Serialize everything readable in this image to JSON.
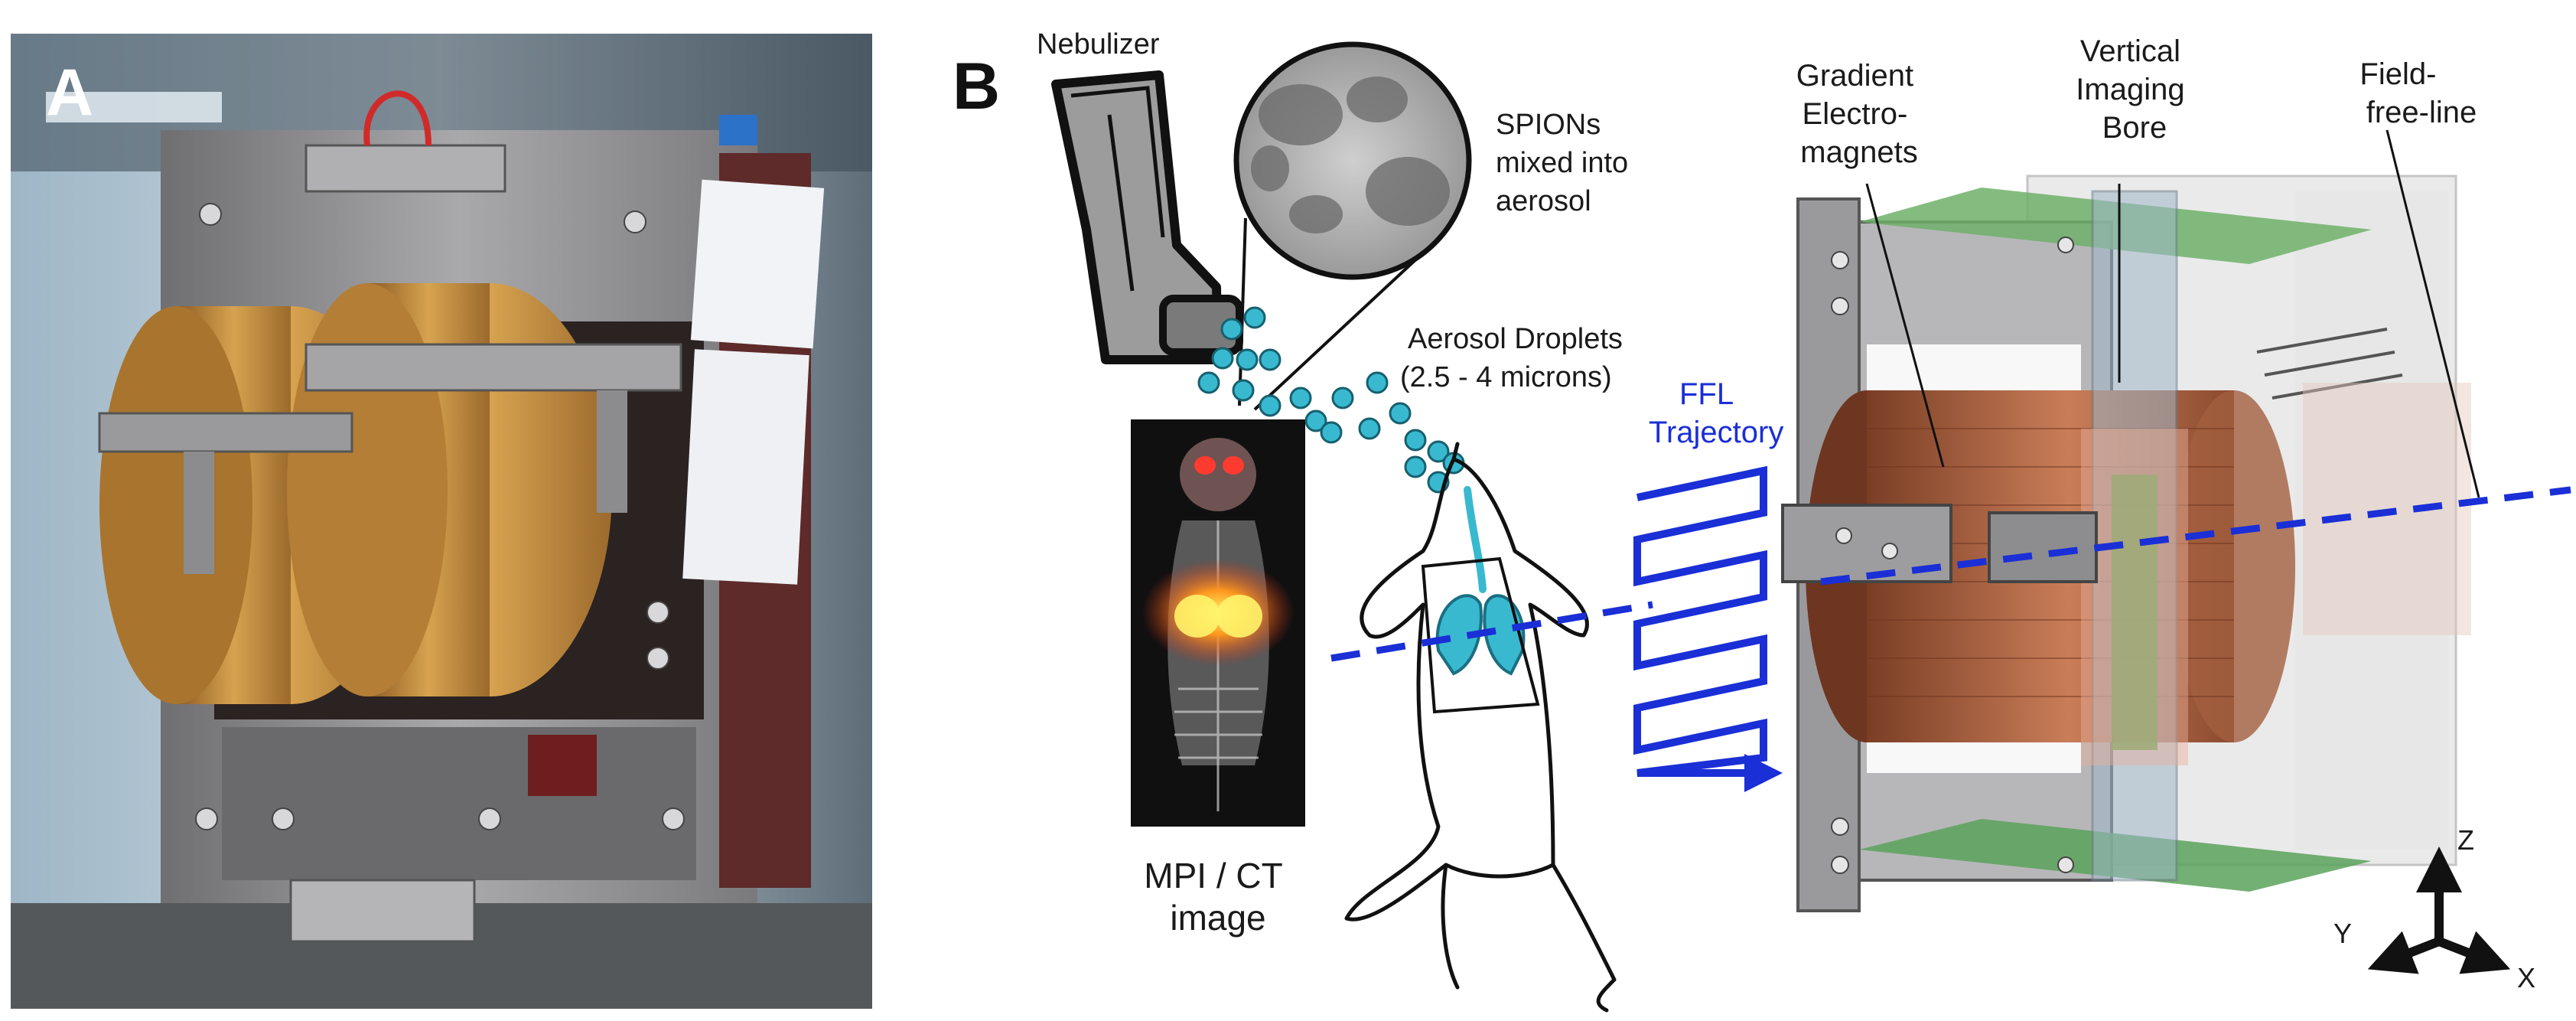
{
  "panel_a": {
    "label": "A"
  },
  "panel_b": {
    "label": "B",
    "nebulizer": {
      "lines": [
        "Nebulizer"
      ]
    },
    "spions": {
      "lines": [
        "SPIONs",
        "mixed into",
        "aerosol"
      ]
    },
    "droplets": {
      "lines": [
        "Aerosol Droplets",
        "(2.5 - 4 microns)"
      ]
    },
    "mpi_ct": {
      "lines": [
        "MPI / CT",
        "image"
      ]
    },
    "ffl_trajectory": {
      "lines": [
        "FFL",
        "Trajectory"
      ]
    },
    "gradient": {
      "lines": [
        "Gradient",
        "Electro-",
        "magnets"
      ]
    },
    "bore": {
      "lines": [
        "Vertical",
        "Imaging",
        "Bore"
      ]
    },
    "ffl": {
      "lines": [
        "Field-",
        "free-line"
      ]
    },
    "axes": {
      "z": "Z",
      "y": "Y",
      "x": "X"
    }
  },
  "colors": {
    "trajectory_blue": "#1a2fd6",
    "droplet_cyan": "#39b9cf",
    "copper": "#b56a4a",
    "brass": "#c08a3a",
    "steel": "#8f8f92"
  }
}
